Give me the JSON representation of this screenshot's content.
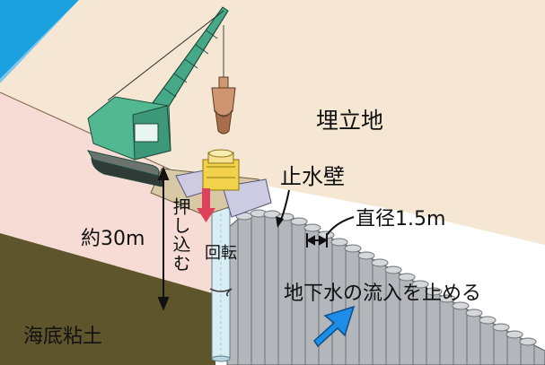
{
  "labels": {
    "reclaimed_land": "埋立地",
    "cutoff_wall": "止水壁",
    "diameter": "直径1.5m",
    "depth": "約30m",
    "push_in": "押し込む",
    "rotation": "回転",
    "groundwater_inflow": "地下水の流入を止める",
    "seabed_clay": "海底粘土"
  },
  "colors": {
    "sea": "#1ba0e0",
    "reclaimed_land": "#f5e7d3",
    "cross_section": "#f7dcd6",
    "clay": "#5f552c",
    "wall_columns": "#b3b6ba",
    "crane": "#45a887",
    "push_arrow": "#e0415a",
    "flow_arrow": "#1d8de8"
  },
  "icons": [
    "crawler-crane-icon",
    "drill-bucket-icon",
    "drilling-rig-icon",
    "push-arrow-icon",
    "flow-arrow-icon"
  ]
}
